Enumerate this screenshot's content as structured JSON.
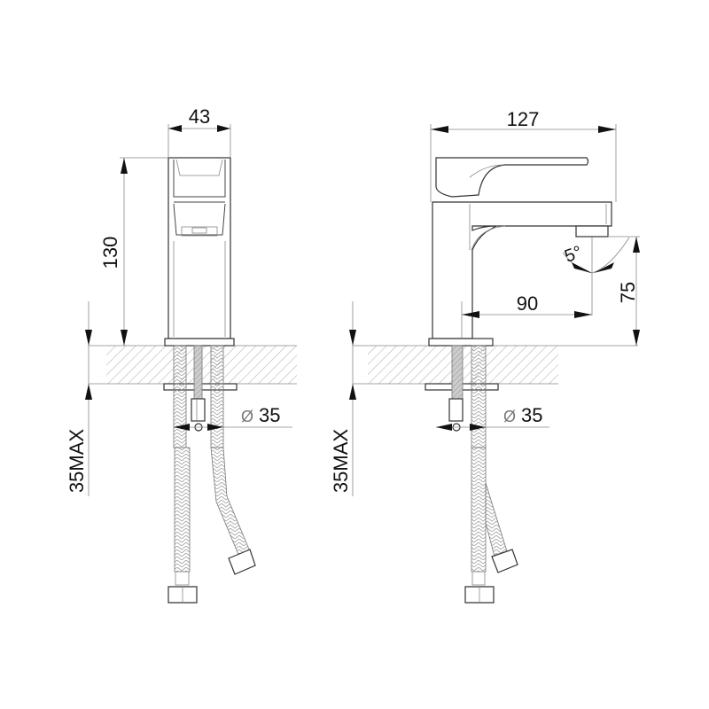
{
  "drawing": {
    "subject": "basin faucet technical drawing",
    "front_view": {
      "width_label": "43",
      "height_label": "130",
      "hole_diameter_symbol": "Ø",
      "hole_diameter_label": "35",
      "max_thickness_label": "35MAX"
    },
    "side_view": {
      "depth_label": "127",
      "reach_label": "90",
      "spout_height_label": "75",
      "angle_label": "5°",
      "hole_diameter_symbol": "Ø",
      "hole_diameter_label": "35",
      "max_thickness_label": "35MAX"
    },
    "colors": {
      "line": "#444444",
      "text": "#111111",
      "background": "#ffffff"
    }
  }
}
